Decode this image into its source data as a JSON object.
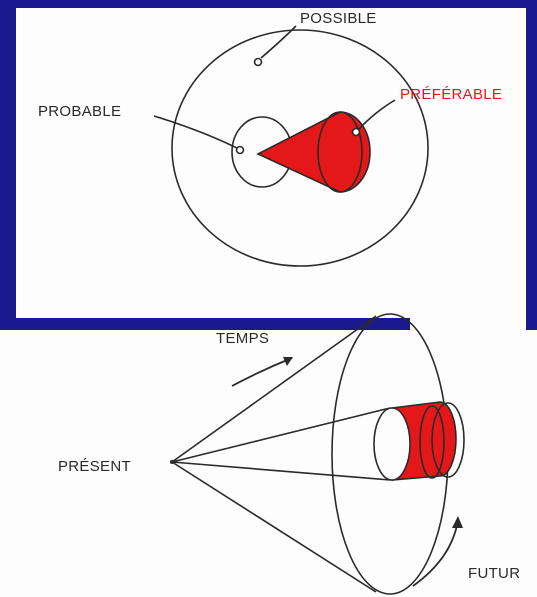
{
  "top_diagram": {
    "labels": {
      "possible": "POSSIBLE",
      "probable": "PROBABLE",
      "preferable": "PRÉFÉRABLE"
    }
  },
  "bottom_diagram": {
    "labels": {
      "temps": "TEMPS",
      "present": "PRÉSENT",
      "futur": "FUTUR"
    }
  },
  "colors": {
    "frame": "#1a1a8e",
    "accent_red": "#e41818",
    "ink": "#2a2a2a"
  }
}
